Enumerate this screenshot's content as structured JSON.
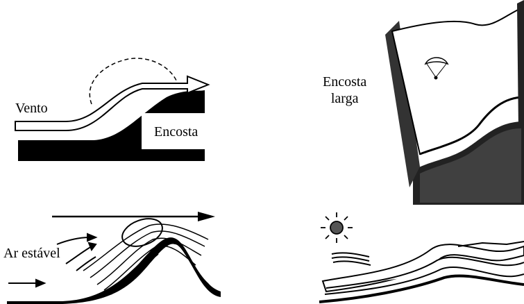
{
  "labels": {
    "wind": "Vento",
    "slope": "Encosta",
    "wide_slope_line1": "Encosta",
    "wide_slope_line2": "larga",
    "stable_air": "Ar estável"
  },
  "colors": {
    "ink": "#000000",
    "paper": "#ffffff"
  },
  "icons": {
    "sun": "sun-icon",
    "paraglider": "paraglider-icon"
  }
}
